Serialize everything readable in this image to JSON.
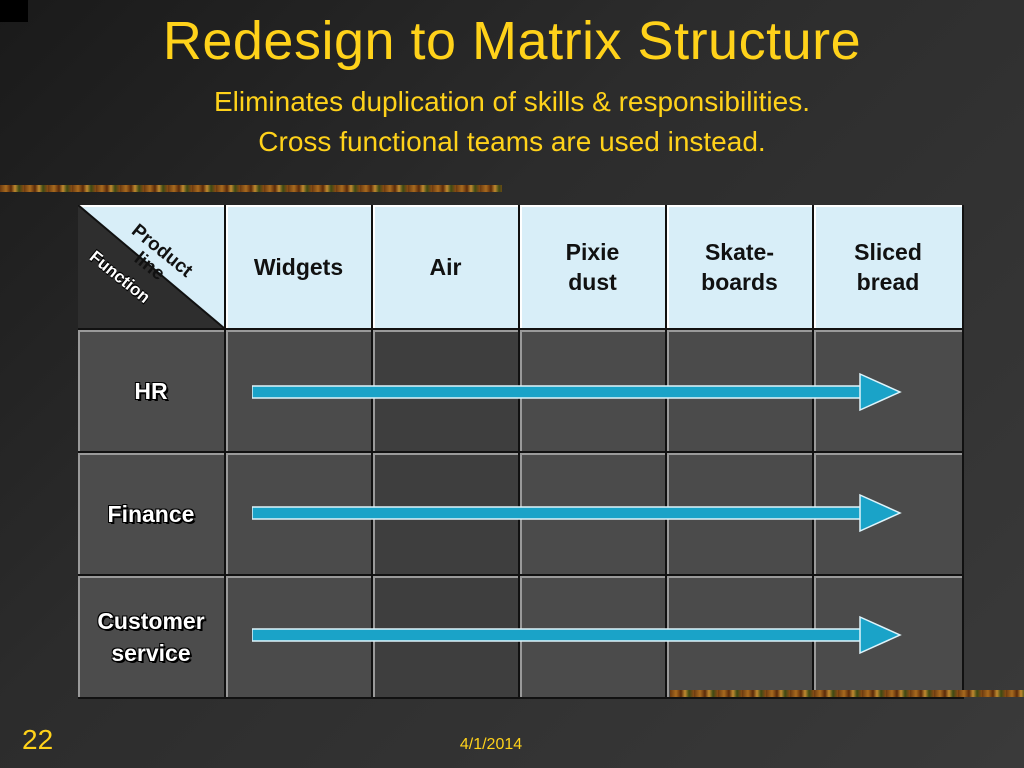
{
  "slide": {
    "title": "Redesign to Matrix Structure",
    "subtitle_line1": "Eliminates duplication of skills & responsibilities.",
    "subtitle_line2": "Cross functional teams are used instead.",
    "slide_number": "22",
    "date": "4/1/2014"
  },
  "matrix": {
    "corner_top": "Product\nline",
    "corner_bottom": "Function",
    "columns": [
      "Widgets",
      "Air",
      "Pixie\ndust",
      "Skate-\nboards",
      "Sliced\nbread"
    ],
    "rows": [
      "HR",
      "Finance",
      "Customer\nservice"
    ]
  },
  "colors": {
    "title": "#ffd21a",
    "header_fill": "#d8eef8",
    "arrow": "#1aa3c8"
  },
  "icons": [
    "right-arrow-icon"
  ]
}
